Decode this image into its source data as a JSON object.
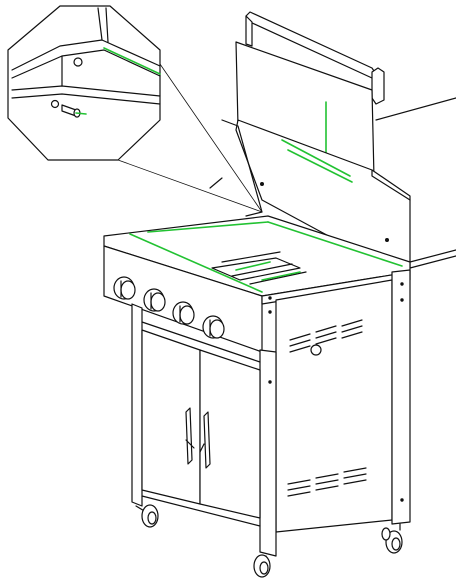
{
  "diagram": {
    "colors": {
      "line": "#111111",
      "highlight": "#22c232",
      "background": "#ffffff"
    },
    "knob_count": 4,
    "door_count": 2,
    "caster_count": 4,
    "callout_shape": "octagon"
  }
}
